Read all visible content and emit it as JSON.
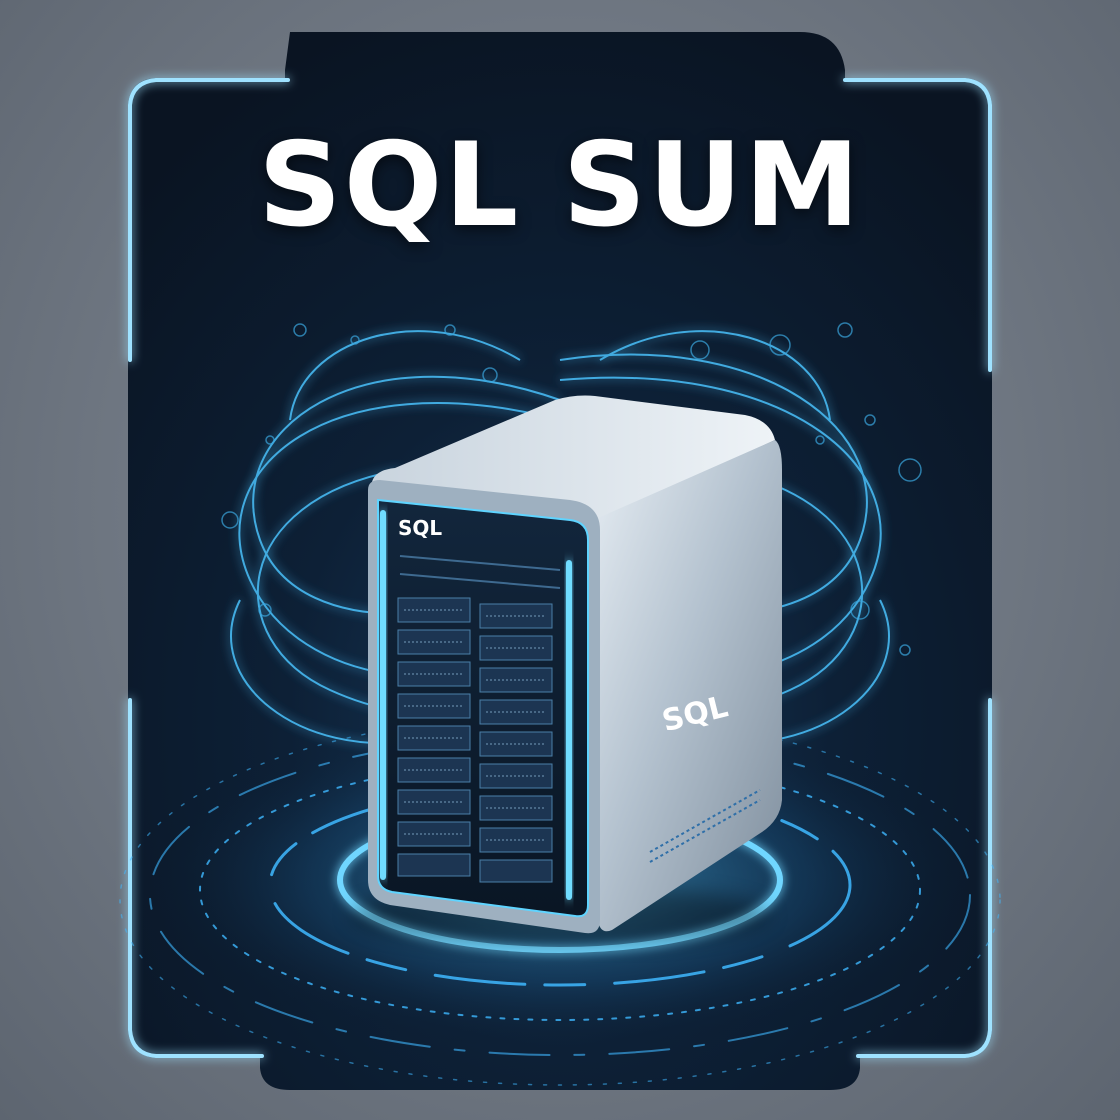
{
  "title": "SQL SUM",
  "server": {
    "front_label": "SQL",
    "side_label": "SQL"
  },
  "colors": {
    "card": "#0e1a2b",
    "glow": "#3fb8ff",
    "ring": "#2aa8e6",
    "server_body": "#b9c4cf",
    "title": "#ffffff"
  },
  "icons": [
    "server-icon",
    "data-ring-icon",
    "swirl-lines-icon"
  ]
}
